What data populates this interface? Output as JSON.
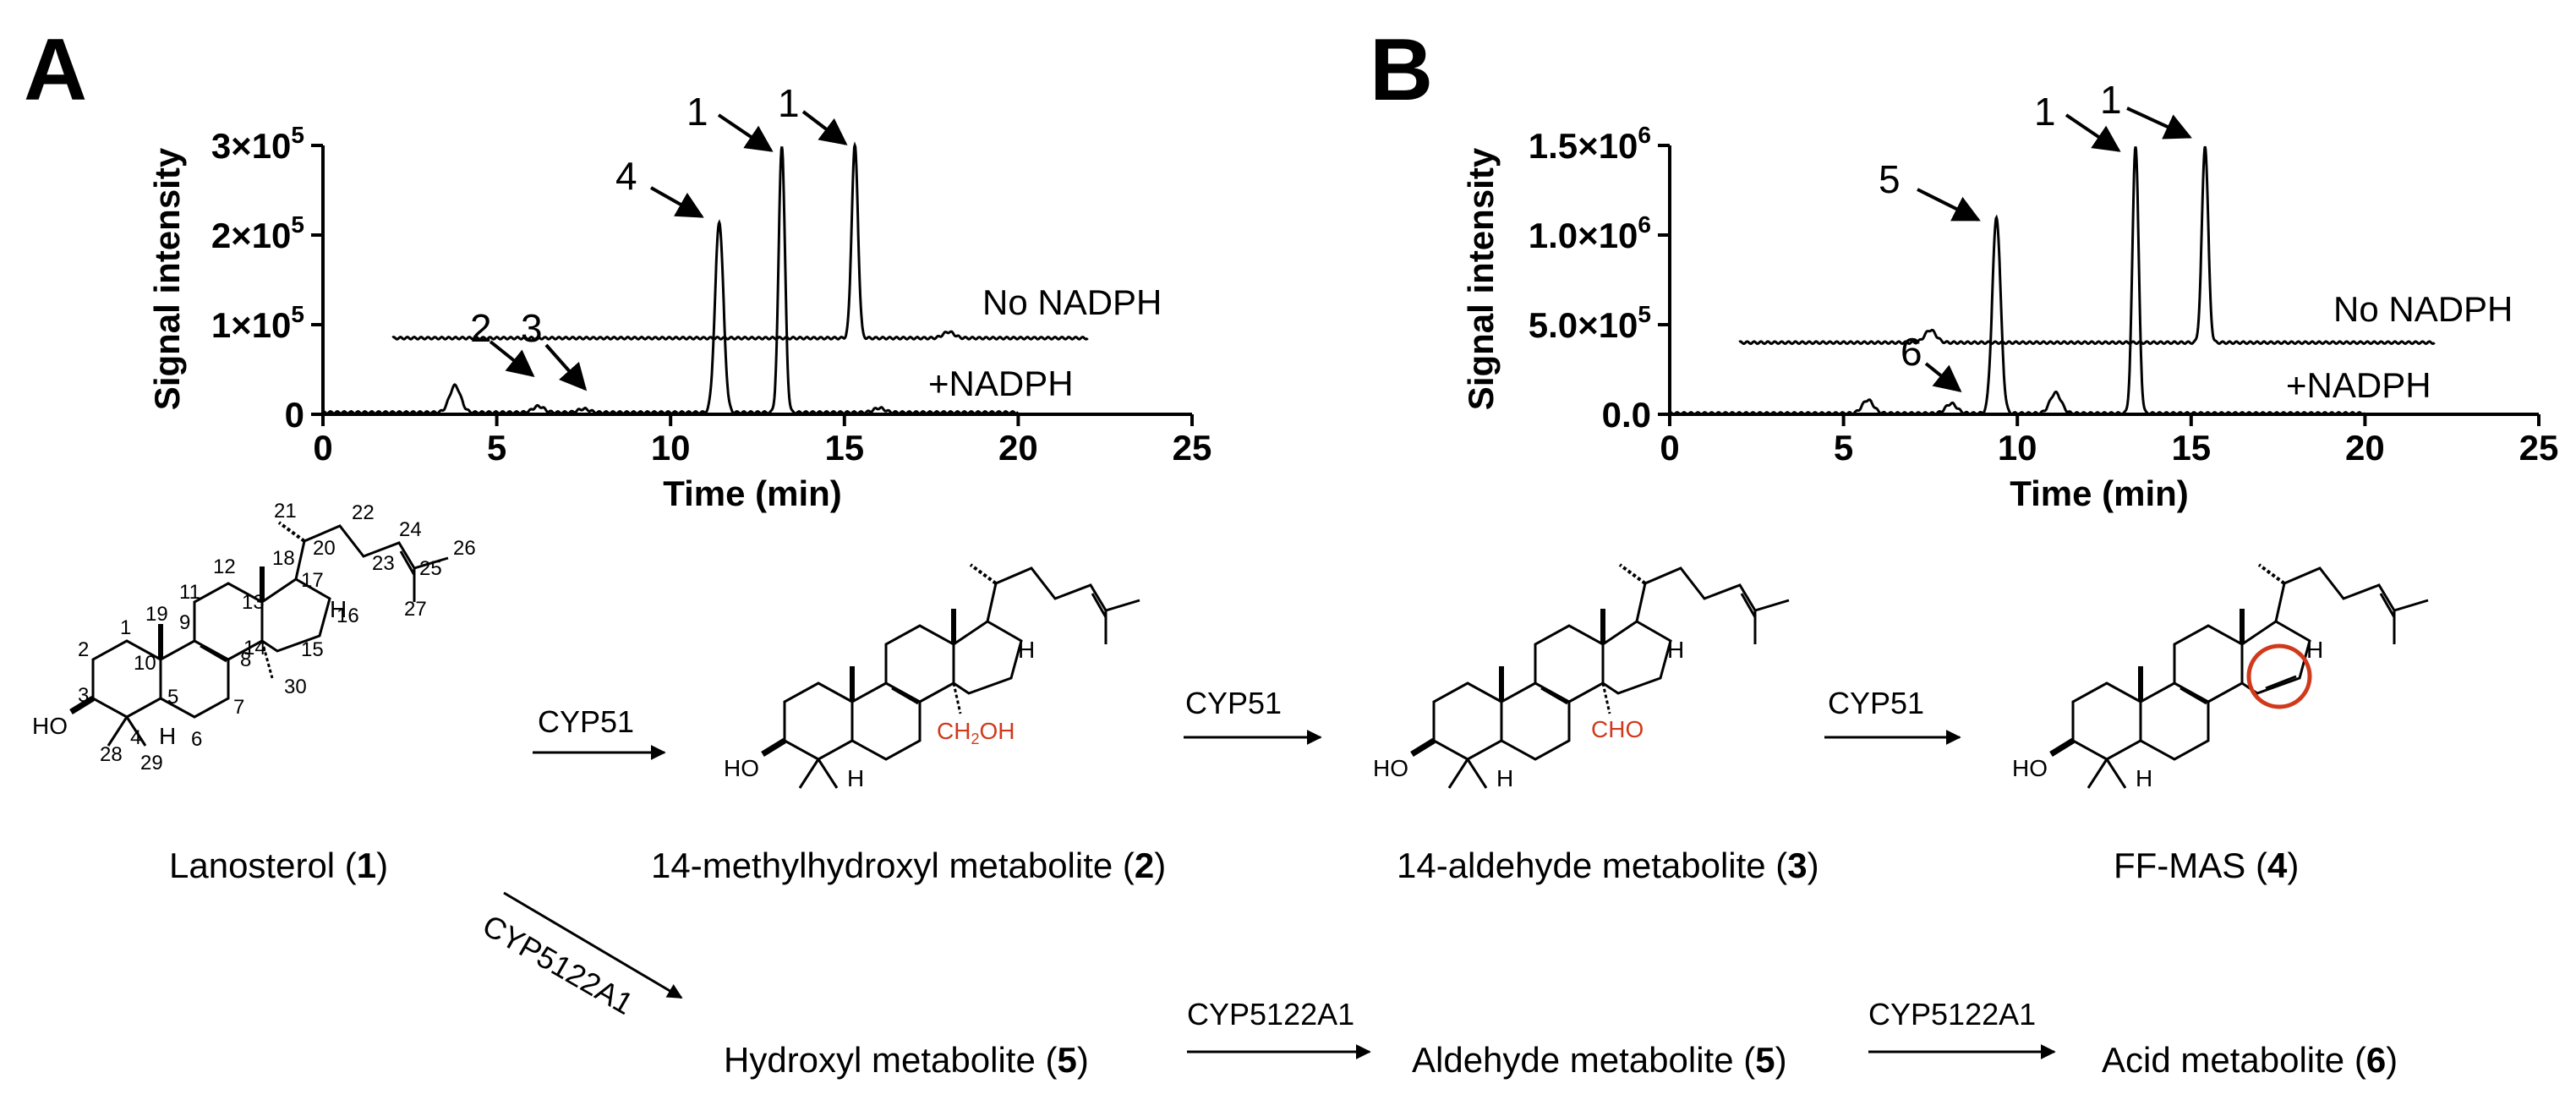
{
  "panels": [
    {
      "letter": "A"
    },
    {
      "letter": "B"
    }
  ],
  "chart_data": [
    {
      "type": "line",
      "panel": "A",
      "xlabel": "Time (min)",
      "ylabel": "Signal intensity",
      "xlim": [
        0,
        25
      ],
      "ylim": [
        0,
        300000
      ],
      "x_ticks": [
        "0",
        "5",
        "10",
        "15",
        "20",
        "25"
      ],
      "y_ticks": [
        "0",
        "1×10",
        "2×10",
        "3×10"
      ],
      "y_tick_exponent": "5",
      "series": [
        {
          "name": "No NADPH",
          "x_range": [
            2,
            22
          ],
          "baseline": 85000,
          "peaks": [
            {
              "x": 15.3,
              "y": 300000,
              "label": "1"
            },
            {
              "x": 18.0,
              "y": 92000
            }
          ]
        },
        {
          "name": "+NADPH",
          "x_range": [
            0,
            20
          ],
          "baseline": 2000,
          "peaks": [
            {
              "x": 3.8,
              "y": 32000
            },
            {
              "x": 6.2,
              "y": 9000,
              "label": "2"
            },
            {
              "x": 7.5,
              "y": 6000,
              "label": "3"
            },
            {
              "x": 11.4,
              "y": 215000,
              "label": "4"
            },
            {
              "x": 13.2,
              "y": 300000,
              "label": "1"
            },
            {
              "x": 16.0,
              "y": 7000
            }
          ]
        }
      ],
      "arrow_labels": [
        "1",
        "1",
        "4",
        "2",
        "3"
      ]
    },
    {
      "type": "line",
      "panel": "B",
      "xlabel": "Time (min)",
      "ylabel": "Signal intensity",
      "xlim": [
        0,
        25
      ],
      "ylim": [
        0,
        1500000
      ],
      "x_ticks": [
        "0",
        "5",
        "10",
        "15",
        "20",
        "25"
      ],
      "y_ticks": [
        "0.0",
        "5.0×10",
        "1.0×10",
        "1.5×10"
      ],
      "y_tick_exponents": [
        "",
        "5",
        "6",
        "6"
      ],
      "series": [
        {
          "name": "No NADPH",
          "x_range": [
            2,
            22
          ],
          "baseline": 400000,
          "peaks": [
            {
              "x": 7.5,
              "y": 470000
            },
            {
              "x": 15.4,
              "y": 1500000,
              "label": "1"
            }
          ]
        },
        {
          "name": "+NADPH",
          "x_range": [
            0,
            20
          ],
          "baseline": 5000,
          "peaks": [
            {
              "x": 5.7,
              "y": 80000
            },
            {
              "x": 8.1,
              "y": 60000,
              "label": "6"
            },
            {
              "x": 9.4,
              "y": 1100000,
              "label": "5"
            },
            {
              "x": 11.1,
              "y": 120000
            },
            {
              "x": 13.4,
              "y": 1500000,
              "label": "1"
            }
          ]
        }
      ],
      "arrow_labels": [
        "1",
        "1",
        "5",
        "6"
      ]
    }
  ],
  "scheme": {
    "compounds": [
      {
        "name": "Lanosterol (",
        "num": "1",
        "close": ")"
      },
      {
        "name": "14-methylhydroxyl metabolite (",
        "num": "2",
        "close": ")"
      },
      {
        "name": "14-aldehyde metabolite (",
        "num": "3",
        "close": ")"
      },
      {
        "name": "FF-MAS (",
        "num": "4",
        "close": ")"
      },
      {
        "name": "Hydroxyl metabolite (",
        "num": "5",
        "close": ")"
      },
      {
        "name": "Aldehyde metabolite (",
        "num": "5",
        "close": ")"
      },
      {
        "name": "Acid metabolite (",
        "num": "6",
        "close": ")"
      }
    ],
    "enzymes": [
      "CYP51",
      "CYP51",
      "CYP51",
      "CYP5122A1",
      "CYP5122A1",
      "CYP5122A1"
    ],
    "substituents": {
      "ch2oh": "CH",
      "ch2oh_sub": "2",
      "ch2oh_end": "OH",
      "cho": "CHO",
      "ho": "HO",
      "h": "H"
    },
    "atom_numbers": [
      "1",
      "2",
      "3",
      "4",
      "5",
      "6",
      "7",
      "8",
      "9",
      "10",
      "11",
      "12",
      "13",
      "14",
      "15",
      "16",
      "17",
      "18",
      "19",
      "20",
      "21",
      "22",
      "23",
      "24",
      "25",
      "26",
      "27",
      "28",
      "29",
      "30"
    ]
  }
}
